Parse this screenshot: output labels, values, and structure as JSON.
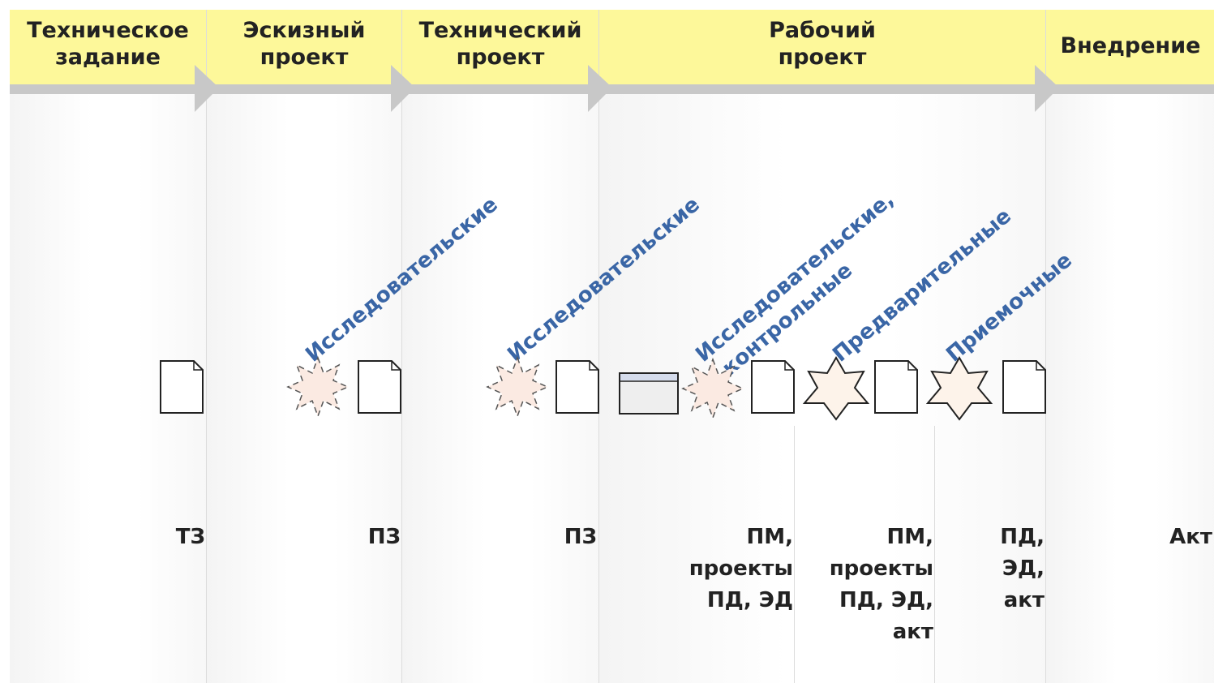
{
  "stages": [
    {
      "line1": "Техническое",
      "line2": "задание"
    },
    {
      "line1": "Эскизный",
      "line2": "проект"
    },
    {
      "line1": "Технический",
      "line2": "проект"
    },
    {
      "line1": "Рабочий",
      "line2": "проект"
    },
    {
      "line1": "Внедрение",
      "line2": ""
    }
  ],
  "tests": [
    {
      "line1": "Исследовательские",
      "line2": ""
    },
    {
      "line1": "Исследовательские",
      "line2": ""
    },
    {
      "line1": "Исследовательские,",
      "line2": "контрольные"
    },
    {
      "line1": "Предварительные",
      "line2": ""
    },
    {
      "line1": "Приемочные",
      "line2": ""
    }
  ],
  "documents": [
    {
      "lines": [
        "ТЗ"
      ]
    },
    {
      "lines": [
        "ПЗ"
      ]
    },
    {
      "lines": [
        "ПЗ"
      ]
    },
    {
      "lines": [
        "ПМ,",
        "проекты",
        "ПД, ЭД"
      ]
    },
    {
      "lines": [
        "ПМ,",
        "проекты",
        "ПД, ЭД,",
        "акт"
      ]
    },
    {
      "lines": [
        "ПД,",
        "ЭД,",
        "акт"
      ]
    },
    {
      "lines": [
        "Акт"
      ]
    }
  ],
  "colors": {
    "header": "#fdf89a",
    "arrow": "#c8c8c8",
    "test_text": "#3a66a6",
    "star_fill": "#fbeae2",
    "star_fill_solid": "#fdf3ea"
  },
  "icons": [
    "document-icon",
    "star-icon",
    "panel-icon"
  ]
}
